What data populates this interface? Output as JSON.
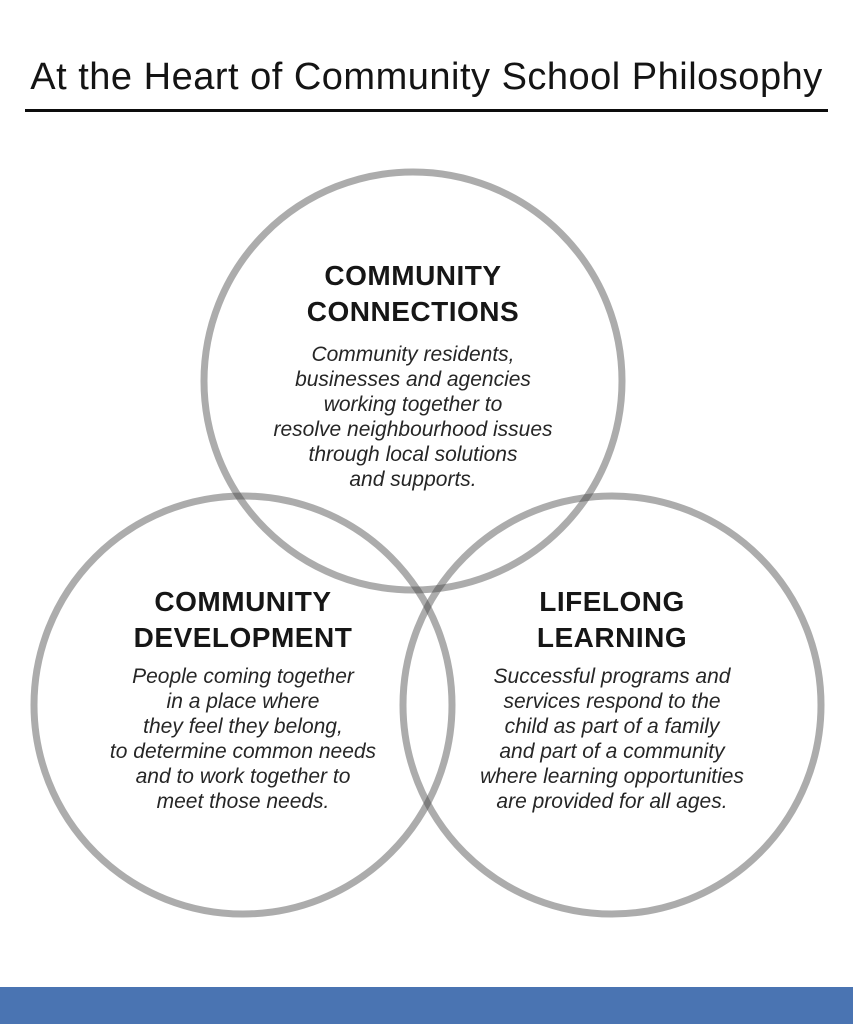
{
  "title": {
    "text": "At the Heart of Community School Philosophy"
  },
  "venn": {
    "stroke_color": "rgba(70,70,70,0.45)",
    "circles": {
      "top": {
        "heading": "COMMUNITY\nCONNECTIONS",
        "body": "Community residents,\nbusinesses and agencies\nworking together to\nresolve neighbourhood issues\nthrough local solutions\nand supports."
      },
      "left": {
        "heading": "COMMUNITY\nDEVELOPMENT",
        "body": "People coming together\nin a place where\nthey feel they belong,\nto determine common needs\nand to work together to\nmeet those needs."
      },
      "right": {
        "heading": "LIFELONG\nLEARNING",
        "body": "Successful programs and\nservices respond to the\nchild as part of a family\nand part of a community\nwhere learning opportunities\nare provided for all ages."
      }
    }
  },
  "footer": {
    "bar_color": "#4a74b2"
  }
}
